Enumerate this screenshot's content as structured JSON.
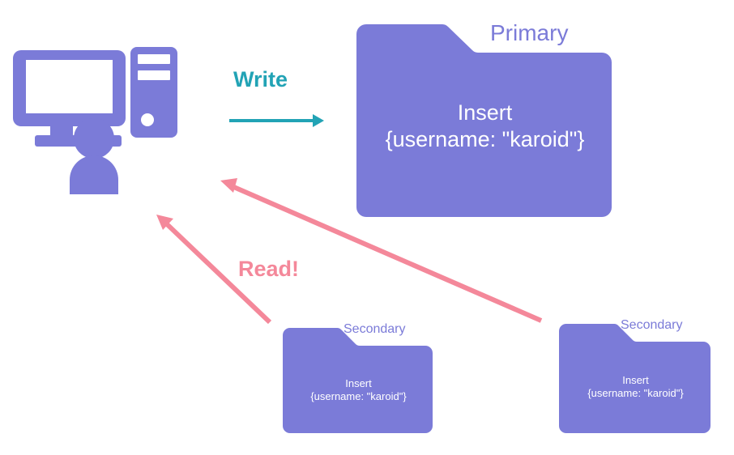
{
  "diagram": {
    "title": "MongoDB replica set read/write flow",
    "background": "#ffffff",
    "colors": {
      "node_purple": "#7B7BD8",
      "write_teal": "#22A3B5",
      "read_pink": "#F4889A",
      "node_text": "#ffffff"
    }
  },
  "client": {
    "icon": "desktop-computer-user-icon",
    "color": "#7B7BD8"
  },
  "connectors": {
    "write": {
      "label": "Write",
      "color": "#22A3B5",
      "direction": "client-to-primary"
    },
    "read": {
      "label": "Read!",
      "color": "#F4889A",
      "direction": "secondaries-to-client"
    }
  },
  "nodes": {
    "primary": {
      "label": "Primary",
      "operation": "Insert",
      "document": "{username: \"karoid\"}",
      "color": "#7B7BD8"
    },
    "secondary_left": {
      "label": "Secondary",
      "operation": "Insert",
      "document": "{username: \"karoid\"}",
      "color": "#7B7BD8"
    },
    "secondary_right": {
      "label": "Secondary",
      "operation": "Insert",
      "document": "{username: \"karoid\"}",
      "color": "#7B7BD8"
    }
  }
}
